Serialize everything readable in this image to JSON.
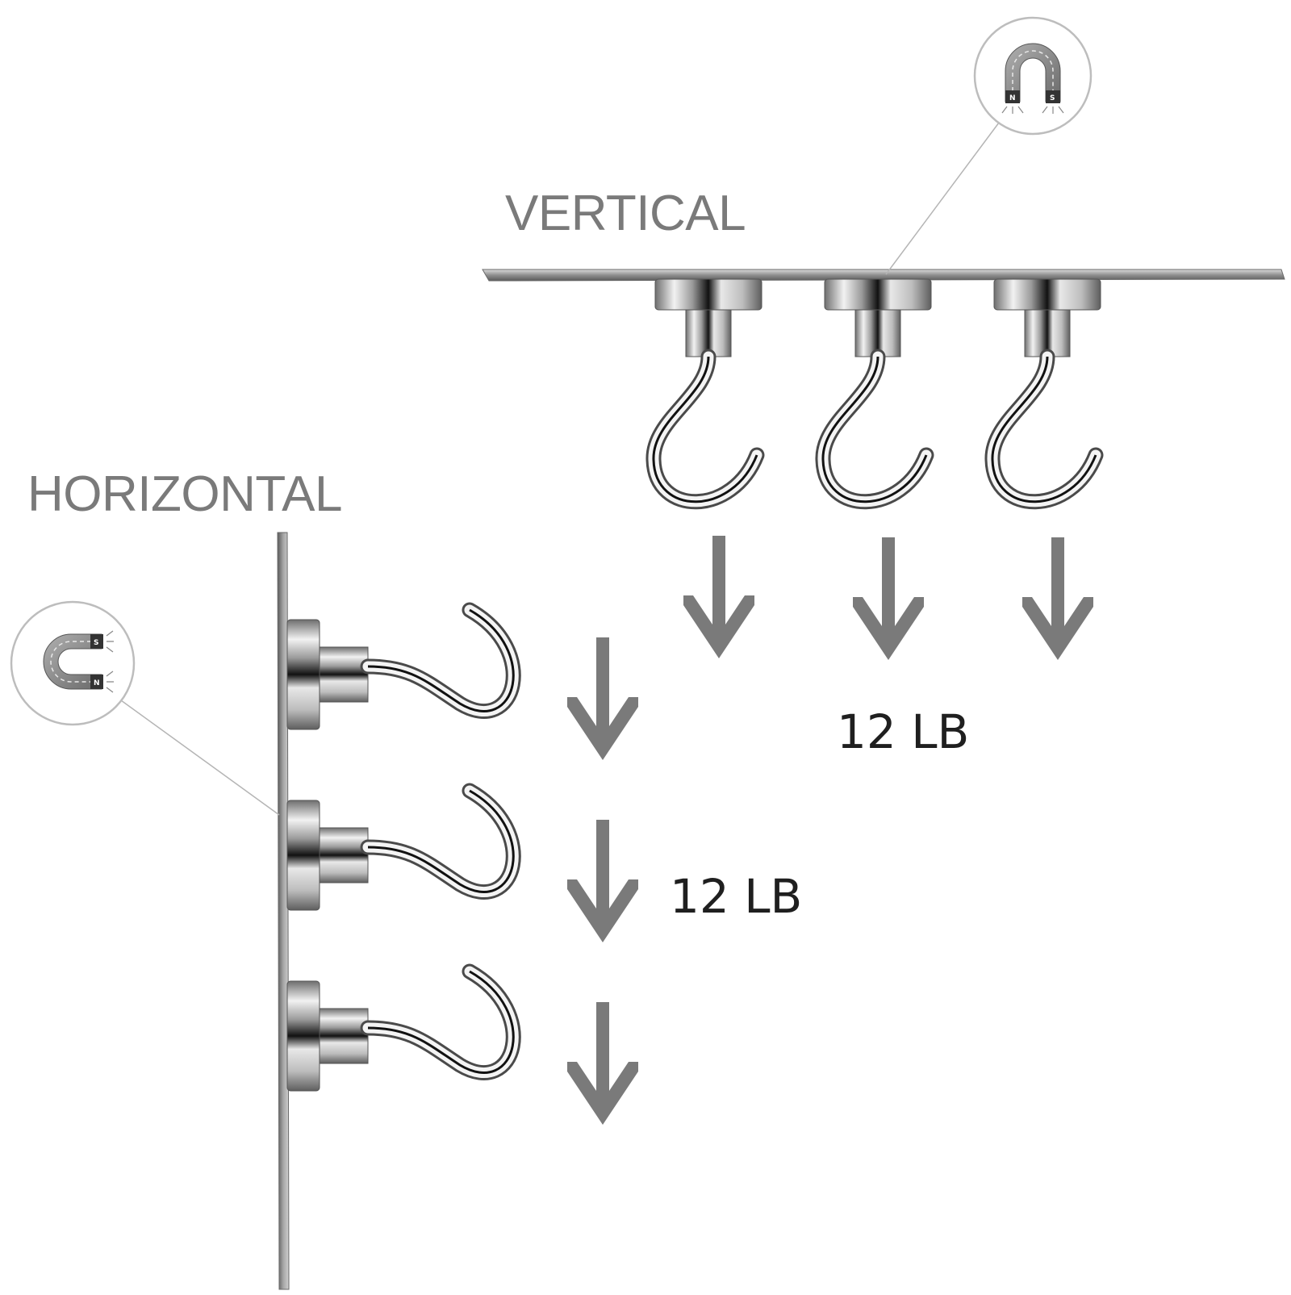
{
  "labels": {
    "vertical": "VERTICAL",
    "horizontal": "HORIZONTAL"
  },
  "loads": {
    "vertical": "12 LB",
    "horizontal": "12 LB"
  },
  "magnet_badge": {
    "north": "N",
    "south": "S"
  },
  "colors": {
    "text": "#7a7a7a",
    "load_text": "#1f1f1f",
    "arrow": "#7a7a7a",
    "plate": "#9a9a9a",
    "badge_border": "#bdbdbd"
  }
}
